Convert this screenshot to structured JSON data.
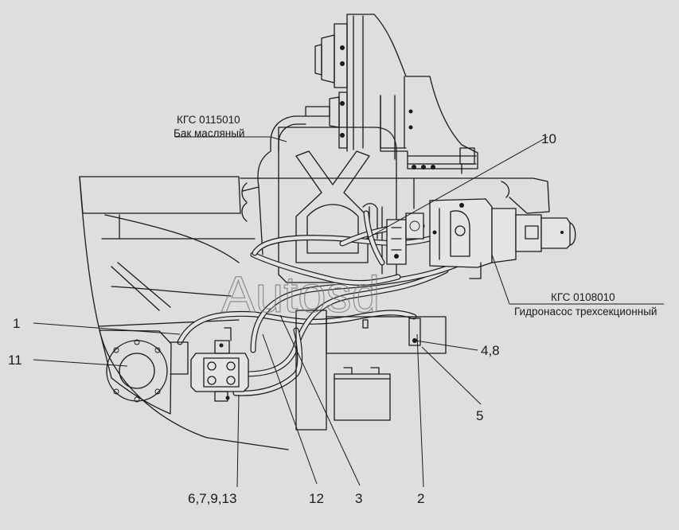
{
  "watermark": "Autosd",
  "colors": {
    "background": "#dedede",
    "line": "#1a1a1a"
  },
  "captions": {
    "tank_code": "КГС 0115010",
    "tank_name": "Бак масляный",
    "pump_code": "КГС 0108010",
    "pump_name": "Гидронасос трехсекционный"
  },
  "callouts": {
    "c1": "1",
    "c11": "11",
    "c10": "10",
    "c48": "4,8",
    "c5": "5",
    "c67913": "6,7,9,13",
    "c12": "12",
    "c3": "3",
    "c2": "2"
  }
}
